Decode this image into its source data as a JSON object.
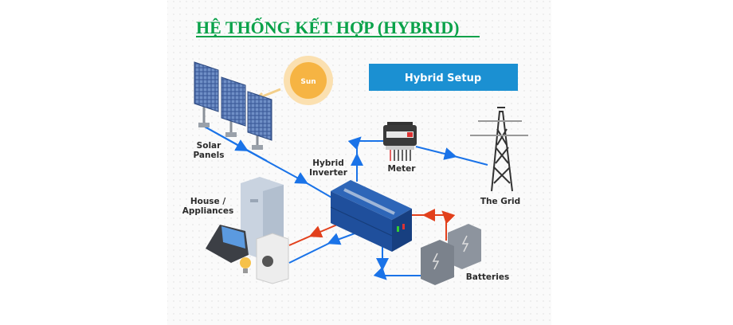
{
  "title": "HỆ THỐNG KẾT HỢP (HYBRID)",
  "setup_label": "Hybrid Setup",
  "sun_label": "Sun",
  "labels": {
    "solar_line1": "Solar",
    "solar_line2": "Panels",
    "inverter_line1": "Hybrid",
    "inverter_line2": "Inverter",
    "meter": "Meter",
    "grid": "The Grid",
    "house_line1": "House /",
    "house_line2": "Appliances",
    "batteries": "Batteries"
  },
  "colors": {
    "title": "#0aa24a",
    "setup_box": "#1b90d2",
    "flow_blue": "#1a73e8",
    "flow_red": "#e2401c",
    "sun": "#f6b443",
    "inverter": "#1f4f9c"
  }
}
